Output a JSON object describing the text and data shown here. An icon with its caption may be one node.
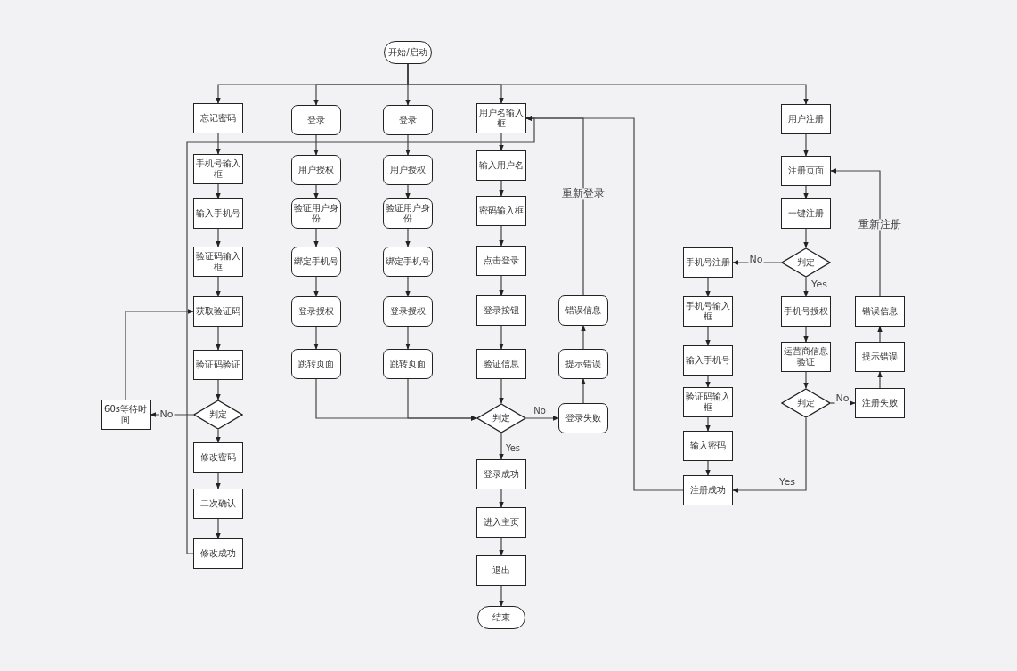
{
  "diagram": {
    "nodes": [
      {
        "text": [
          "开始/启动"
        ]
      },
      {
        "text": [
          "忘记密码"
        ]
      },
      {
        "text": [
          "手机号输入框"
        ]
      },
      {
        "text": [
          "输入手机号"
        ]
      },
      {
        "text": [
          "验证码输入框"
        ]
      },
      {
        "text": [
          "获取验证码"
        ]
      },
      {
        "text": [
          "验证码验证"
        ]
      },
      {
        "text": [
          "判定"
        ]
      },
      {
        "text": [
          "60s等待时间"
        ]
      },
      {
        "text": [
          "修改密码"
        ]
      },
      {
        "text": [
          "二次确认"
        ]
      },
      {
        "text": [
          "修改成功"
        ]
      },
      {
        "text": [
          "登录"
        ]
      },
      {
        "text": [
          "用户授权"
        ]
      },
      {
        "text": [
          "验证用户身份"
        ]
      },
      {
        "text": [
          "绑定手机号"
        ]
      },
      {
        "text": [
          "登录授权"
        ]
      },
      {
        "text": [
          "跳转页面"
        ]
      },
      {
        "text": [
          "登录"
        ]
      },
      {
        "text": [
          "用户授权"
        ]
      },
      {
        "text": [
          "验证用户身份"
        ]
      },
      {
        "text": [
          "绑定手机号"
        ]
      },
      {
        "text": [
          "登录授权"
        ]
      },
      {
        "text": [
          "跳转页面"
        ]
      },
      {
        "text": [
          "用户名输入框"
        ]
      },
      {
        "text": [
          "输入用户名"
        ]
      },
      {
        "text": [
          "密码输入框"
        ]
      },
      {
        "text": [
          "点击登录"
        ]
      },
      {
        "text": [
          "登录按钮"
        ]
      },
      {
        "text": [
          "验证信息"
        ]
      },
      {
        "text": [
          "判定"
        ]
      },
      {
        "text": [
          "登录成功"
        ]
      },
      {
        "text": [
          "进入主页"
        ]
      },
      {
        "text": [
          "退出"
        ]
      },
      {
        "text": [
          "结束"
        ]
      },
      {
        "text": [
          "登录失败"
        ]
      },
      {
        "text": [
          "提示错误"
        ]
      },
      {
        "text": [
          "错误信息"
        ]
      },
      {
        "text": [
          "用户注册"
        ]
      },
      {
        "text": [
          "注册页面"
        ]
      },
      {
        "text": [
          "一键注册"
        ]
      },
      {
        "text": [
          "判定"
        ]
      },
      {
        "text": [
          "手机号注册"
        ]
      },
      {
        "text": [
          "手机号输入框"
        ]
      },
      {
        "text": [
          "输入手机号"
        ]
      },
      {
        "text": [
          "验证码输入框"
        ]
      },
      {
        "text": [
          "输入密码"
        ]
      },
      {
        "text": [
          "注册成功"
        ]
      },
      {
        "text": [
          "手机号授权"
        ]
      },
      {
        "text": [
          "运营商信息验证"
        ]
      },
      {
        "text": [
          "判定"
        ]
      },
      {
        "text": [
          "注册失败"
        ]
      },
      {
        "text": [
          "提示错误"
        ]
      },
      {
        "text": [
          "错误信息"
        ]
      }
    ],
    "edges": [
      {
        "from": 0,
        "to": 1,
        "arrow": "to"
      },
      {
        "from": 0,
        "to": 12,
        "arrow": "to"
      },
      {
        "from": 0,
        "to": 18,
        "arrow": "to"
      },
      {
        "from": 0,
        "to": 24,
        "arrow": "to"
      },
      {
        "from": 0,
        "to": 38,
        "arrow": "to"
      },
      {
        "from": 1,
        "to": 2,
        "arrow": "to"
      },
      {
        "from": 2,
        "to": 3,
        "arrow": "to"
      },
      {
        "from": 3,
        "to": 4,
        "arrow": "to"
      },
      {
        "from": 4,
        "to": 5,
        "arrow": "to"
      },
      {
        "from": 5,
        "to": 6,
        "arrow": "to"
      },
      {
        "from": 6,
        "to": 7,
        "arrow": "to"
      },
      {
        "from": 7,
        "to": 8,
        "arrow": "to",
        "label": "No"
      },
      {
        "from": 8,
        "to": 5,
        "arrow": "to"
      },
      {
        "from": 7,
        "to": 9,
        "arrow": "to"
      },
      {
        "from": 9,
        "to": 10,
        "arrow": "to"
      },
      {
        "from": 10,
        "to": 11,
        "arrow": "to"
      },
      {
        "from": 11,
        "to": 24,
        "arrow": "to"
      },
      {
        "from": 12,
        "to": 13,
        "arrow": "to"
      },
      {
        "from": 13,
        "to": 14,
        "arrow": "to"
      },
      {
        "from": 14,
        "to": 15,
        "arrow": "to"
      },
      {
        "from": 15,
        "to": 16,
        "arrow": "to"
      },
      {
        "from": 16,
        "to": 17,
        "arrow": "to"
      },
      {
        "from": 17,
        "to": 30,
        "arrow": "to"
      },
      {
        "from": 18,
        "to": 19,
        "arrow": "to"
      },
      {
        "from": 19,
        "to": 20,
        "arrow": "to"
      },
      {
        "from": 20,
        "to": 21,
        "arrow": "to"
      },
      {
        "from": 21,
        "to": 22,
        "arrow": "to"
      },
      {
        "from": 22,
        "to": 23,
        "arrow": "to"
      },
      {
        "from": 23,
        "to": 30,
        "arrow": "to"
      },
      {
        "from": 24,
        "to": 25,
        "arrow": "to"
      },
      {
        "from": 25,
        "to": 26,
        "arrow": "to"
      },
      {
        "from": 26,
        "to": 27,
        "arrow": "to"
      },
      {
        "from": 27,
        "to": 28,
        "arrow": "to"
      },
      {
        "from": 28,
        "to": 29,
        "arrow": "to"
      },
      {
        "from": 29,
        "to": 30,
        "arrow": "to"
      },
      {
        "from": 30,
        "to": 35,
        "arrow": "to",
        "label": "No"
      },
      {
        "from": 30,
        "to": 31,
        "arrow": "to",
        "label": "Yes"
      },
      {
        "from": 31,
        "to": 32,
        "arrow": "to"
      },
      {
        "from": 32,
        "to": 33,
        "arrow": "to"
      },
      {
        "from": 33,
        "to": 34,
        "arrow": "to"
      },
      {
        "from": 35,
        "to": 36,
        "arrow": "to"
      },
      {
        "from": 36,
        "to": 37,
        "arrow": "to"
      },
      {
        "from": 37,
        "to": 24,
        "arrow": "to",
        "label": "重新登录"
      },
      {
        "from": 38,
        "to": 39,
        "arrow": "to"
      },
      {
        "from": 39,
        "to": 40,
        "arrow": "to"
      },
      {
        "from": 40,
        "to": 41,
        "arrow": "to"
      },
      {
        "from": 41,
        "to": 42,
        "arrow": "to",
        "label": "No"
      },
      {
        "from": 41,
        "to": 48,
        "arrow": "to",
        "label": "Yes"
      },
      {
        "from": 42,
        "to": 43,
        "arrow": "to"
      },
      {
        "from": 43,
        "to": 44,
        "arrow": "to"
      },
      {
        "from": 44,
        "to": 45,
        "arrow": "to"
      },
      {
        "from": 45,
        "to": 46,
        "arrow": "to"
      },
      {
        "from": 46,
        "to": 47,
        "arrow": "to"
      },
      {
        "from": 47,
        "to": 24,
        "arrow": "to"
      },
      {
        "from": 48,
        "to": 49,
        "arrow": "to"
      },
      {
        "from": 49,
        "to": 50,
        "arrow": "to"
      },
      {
        "from": 50,
        "to": 51,
        "arrow": "to",
        "label": "No"
      },
      {
        "from": 50,
        "to": 47,
        "arrow": "to",
        "label": "Yes"
      },
      {
        "from": 51,
        "to": 52,
        "arrow": "to"
      },
      {
        "from": 52,
        "to": 53,
        "arrow": "to"
      },
      {
        "from": 53,
        "to": 39,
        "arrow": "to",
        "label": "重新注册"
      }
    ]
  }
}
